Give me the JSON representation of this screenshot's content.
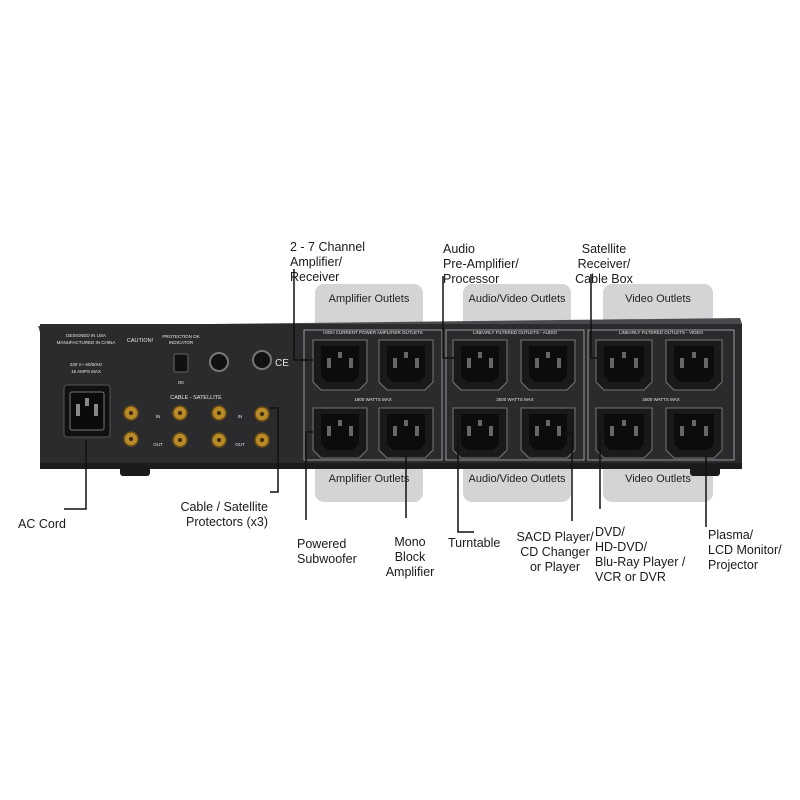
{
  "groups": {
    "amplifier_top": "Amplifier Outlets",
    "audio_video_top": "Audio/Video Outlets",
    "video_top": "Video Outlets",
    "amplifier_bottom": "Amplifier Outlets",
    "audio_video_bottom": "Audio/Video Outlets",
    "video_bottom": "Video Outlets"
  },
  "panel_text": {
    "high_current": "HIGH CURRENT POWER AMPLIFIER OUTLETS",
    "linearly_audio": "LINEARLY FILTERED OUTLETS - AUDIO",
    "linearly_video": "LINEARLY FILTERED OUTLETS - VIDEO",
    "watts_amp": "1800 WATTS MAX",
    "watts_audio": "2500 WATTS MAX",
    "watts_video": "2500 WATTS MAX",
    "designed": "DESIGNED IN USA",
    "manufactured": "MANUFACTURED IN CHINA",
    "rating": "230 V~ 50/60Hz",
    "amps": "16 AMPS MAX",
    "caution": "CAUTION!",
    "protection": "PROTECTION OK",
    "indicator": "INDICATOR",
    "ok": "OK",
    "cable_satellite": "CABLE - SATELLITE",
    "in": "IN",
    "out": "OUT",
    "ce": "CE"
  },
  "callouts": {
    "amplifier_receiver": [
      "2 - 7 Channel",
      "Amplifier/",
      "Receiver"
    ],
    "preamp": [
      "Audio",
      "Pre-Amplifier/",
      "Processor"
    ],
    "satellite": [
      "Satellite",
      "Receiver/",
      "Cable Box"
    ],
    "ac_cord": [
      "AC Cord"
    ],
    "cable_protectors": [
      "Cable / Satellite",
      "Protectors (x3)"
    ],
    "subwoofer": [
      "Powered",
      "Subwoofer"
    ],
    "mono_block": [
      "Mono",
      "Block",
      "Amplifier"
    ],
    "turntable": [
      "Turntable"
    ],
    "sacd": [
      "SACD Player/",
      "CD Changer",
      "or Player"
    ],
    "dvd": [
      "DVD/",
      "HD-DVD/",
      "Blu-Ray Player /",
      "VCR or DVR"
    ],
    "plasma": [
      "Plasma/",
      "LCD Monitor/",
      "Projector"
    ]
  },
  "colors": {
    "chassis": "#2b2b2e",
    "label_box": "#d4d4d6",
    "outlet": "#1a1a1c",
    "gold": "#b98a2a",
    "leader": "#111111"
  }
}
